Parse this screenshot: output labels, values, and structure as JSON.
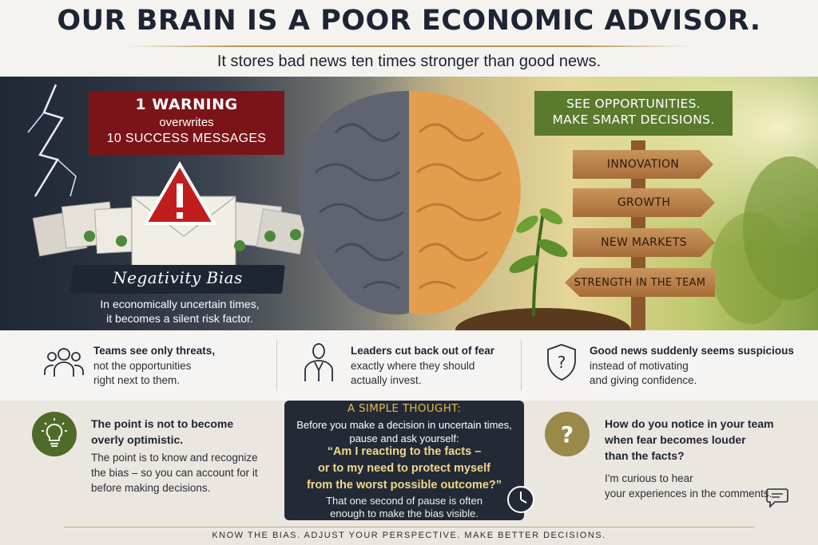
{
  "header": {
    "title": "OUR BRAIN IS A POOR ECONOMIC ADVISOR.",
    "subtitle": "It stores bad news ten times stronger than good news."
  },
  "hero": {
    "warning": {
      "line1": "1 WARNING",
      "line2": "overwrites",
      "line3": "10 SUCCESS MESSAGES"
    },
    "bias_label": "Negativity Bias",
    "caption_line1": "In economically uncertain times,",
    "caption_line2": "it becomes a silent risk factor.",
    "opportunities": {
      "line1": "SEE OPPORTUNITIES.",
      "line2": "MAKE SMART DECISIONS."
    },
    "signs": [
      "INNOVATION",
      "GROWTH",
      "NEW MARKETS",
      "STRENGTH IN THE TEAM"
    ]
  },
  "effects": [
    {
      "bold": "Teams see only threats,",
      "line2": "not the opportunities",
      "line3": "right next to them.",
      "icon": "team-icon"
    },
    {
      "bold": "Leaders cut back out of fear",
      "line2": "exactly where they should",
      "line3": "actually invest.",
      "icon": "leader-icon"
    },
    {
      "bold": "Good news suddenly seems suspicious",
      "line2": "instead of motivating",
      "line3": "and giving confidence.",
      "icon": "shield-question-icon"
    }
  ],
  "point": {
    "bold1": "The point is not to become",
    "bold2": "overly optimistic.",
    "line1": "The point is to know and recognize",
    "line2": "the bias – so you can account for it",
    "line3": "before making decisions."
  },
  "thought": {
    "title": "A SIMPLE THOUGHT:",
    "intro1": "Before you make a decision in uncertain times,",
    "intro2": "pause and ask yourself:",
    "quote1": "“Am I reacting to the facts –",
    "quote2": "or to my need to protect myself",
    "quote3": "from the worst possible outcome?”",
    "foot1": "That one second of pause is often",
    "foot2": "enough to make the bias visible."
  },
  "question": {
    "bold1": "How do you notice in your team",
    "bold2": "when fear becomes louder",
    "bold3": "than the facts?",
    "line1": "I'm curious to hear",
    "line2": "your experiences in the comments."
  },
  "footer": "KNOW THE BIAS. ADJUST YOUR PERSPECTIVE. MAKE BETTER DECISIONS.",
  "colors": {
    "warning_red": "#7a1418",
    "opportunity_green": "#5a7a2d",
    "dark_navy": "#232a36",
    "gold": "#e2b94e"
  }
}
